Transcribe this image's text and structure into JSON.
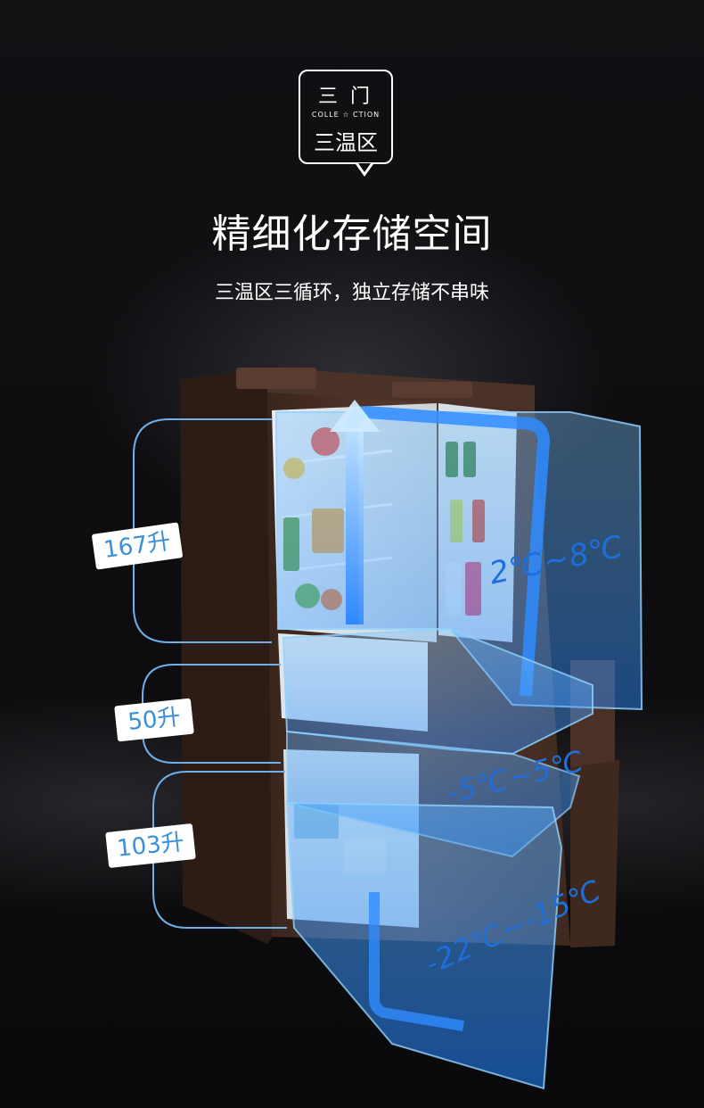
{
  "badge": {
    "top_text": "三门",
    "small_text": "COLLE ☆ CTION",
    "bottom_text": "三温区"
  },
  "headline": "精细化存储空间",
  "subline": "三温区三循环，独立存储不串味",
  "capacities": {
    "top": "167升",
    "middle": "50升",
    "bottom": "103升"
  },
  "temperatures": {
    "top": "2℃~8℃",
    "middle": "-5℃~5℃",
    "bottom": "-22℃~-15℃"
  },
  "colors": {
    "zone_blue": "#4aa3ff",
    "temp_text": "#1e6fd9",
    "label_text": "#3a8fd6",
    "fridge_body": "#4a3026"
  }
}
